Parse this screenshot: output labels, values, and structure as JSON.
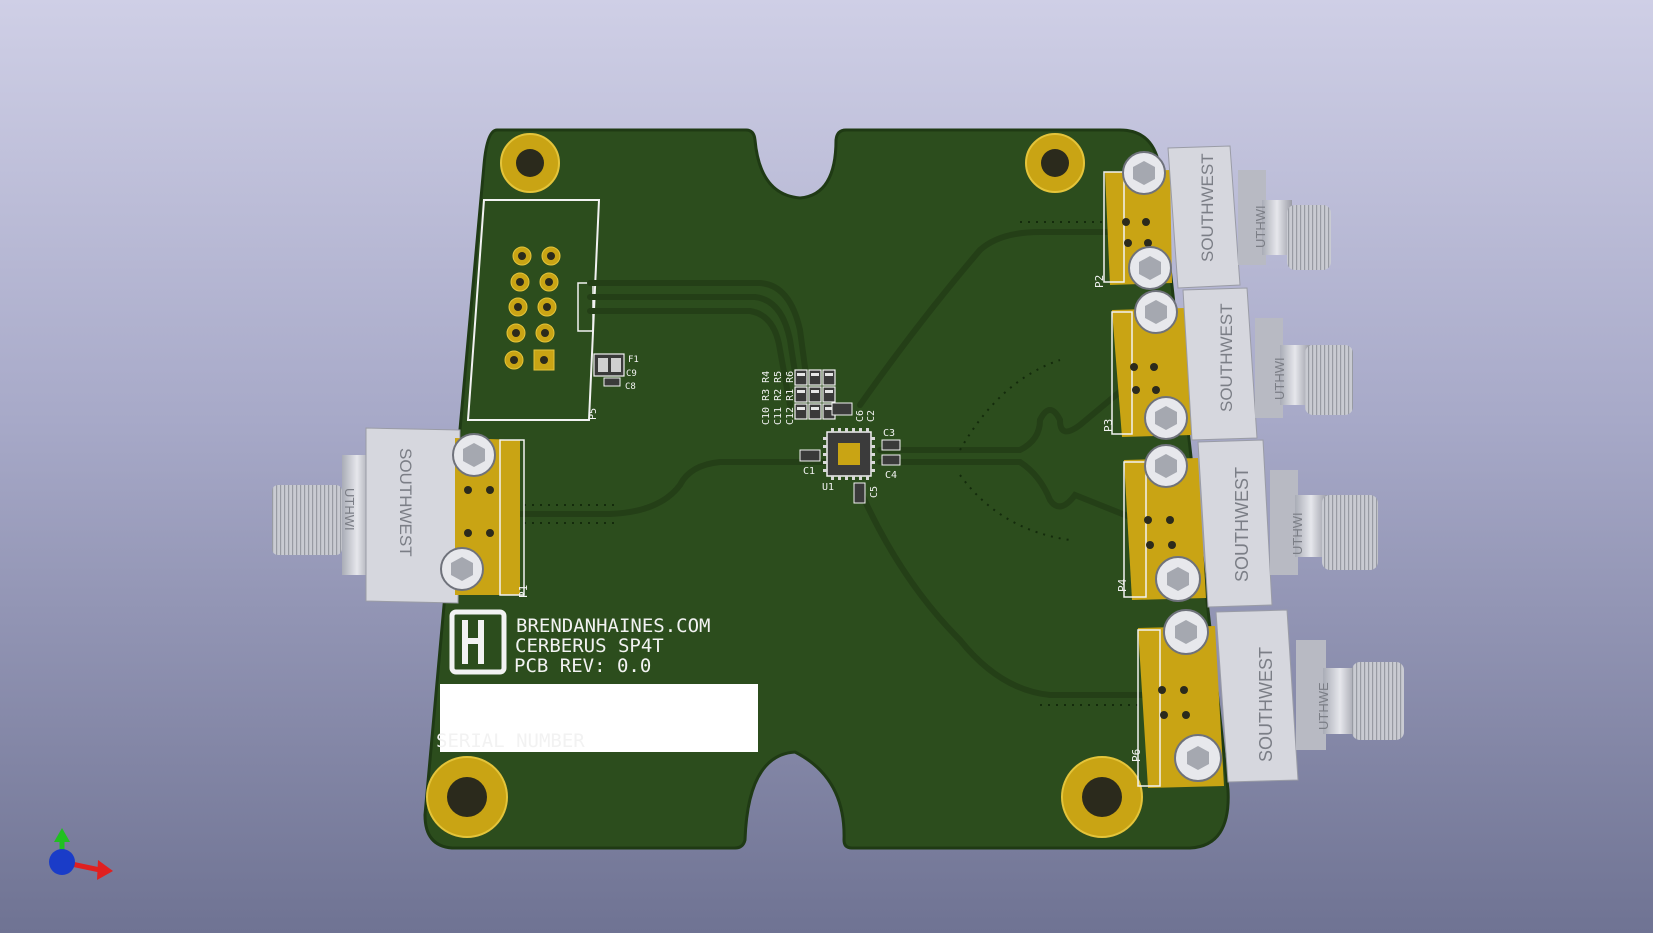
{
  "viewer": {
    "colors": {
      "board": "#2c4d1d",
      "board_edge": "#1f3a14",
      "gold": "#c9a414",
      "silk": "#f2f2f2",
      "connector": "#c8cad2"
    }
  },
  "board": {
    "brand_lines": [
      "BRENDANHAINES.COM",
      "CERBERUS SP4T",
      "PCB REV: 0.0"
    ],
    "serial_label": "SERIAL NUMBER",
    "logo_letters": "HB"
  },
  "connectors": [
    {
      "ref": "P1",
      "brand": "SOUTHWEST",
      "brand_partial": "UTHWI"
    },
    {
      "ref": "P2",
      "brand": "SOUTHWEST",
      "brand_partial": "UTHWI"
    },
    {
      "ref": "P3",
      "brand": "SOUTHWEST",
      "brand_partial": "UTHWI"
    },
    {
      "ref": "P4",
      "brand": "SOUTHWEST",
      "brand_partial": "UTHWI"
    },
    {
      "ref": "P6",
      "brand": "SOUTHWEST",
      "brand_partial": "UTHWE"
    }
  ],
  "header": {
    "ref": "P5"
  },
  "components": {
    "top_grid_rows": [
      "C10 R3 R4",
      "C11 R2 R5",
      "C12 R1 R6"
    ],
    "F1": "F1",
    "C9": "C9",
    "C8": "C8",
    "C1": "C1",
    "C2": "C2",
    "C3": "C3",
    "C4": "C4",
    "C5": "C5",
    "C6": "C6",
    "U1": "U1"
  },
  "axis_indicator": {
    "x_color": "#e02020",
    "y_color": "#20c020",
    "z_color": "#1a3cc8"
  }
}
